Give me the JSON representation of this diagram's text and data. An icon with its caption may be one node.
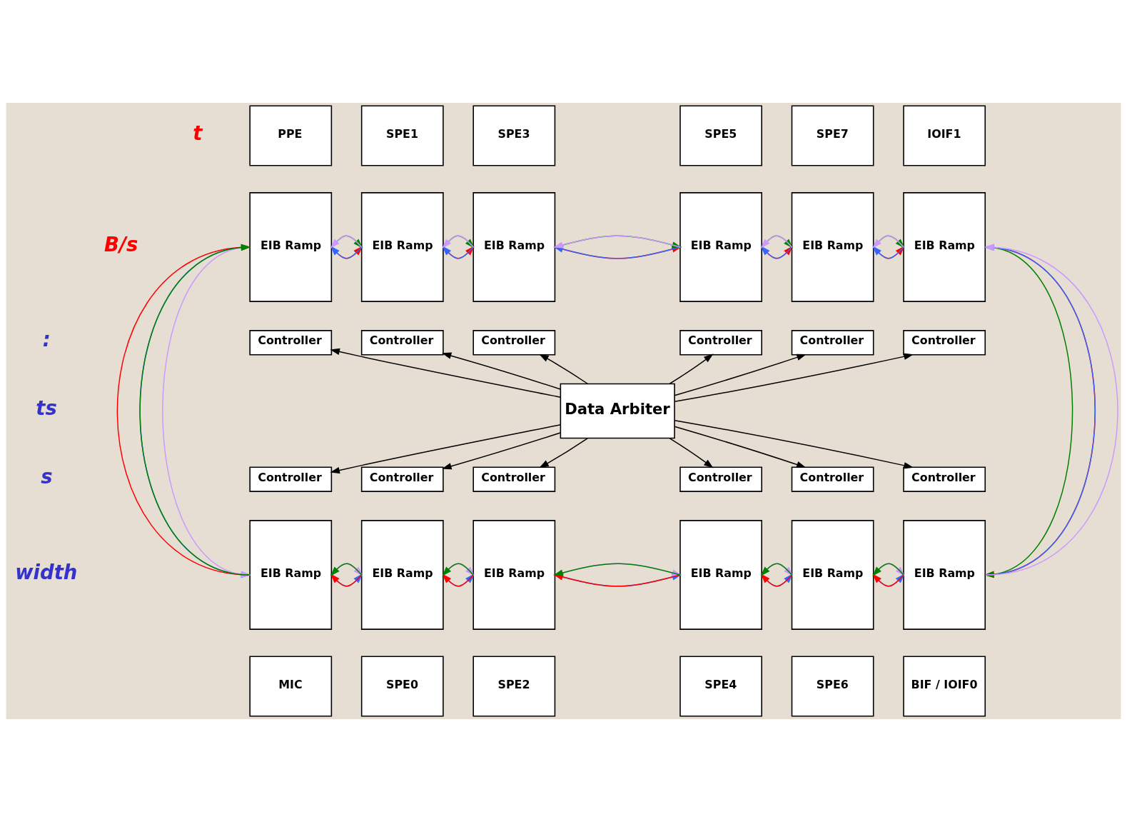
{
  "diagram": {
    "nodes": [
      {
        "text": [
          "PPE"
        ]
      },
      {
        "text": [
          "EIB Ramp"
        ]
      },
      {
        "text": [
          "Controller"
        ]
      },
      {
        "text": [
          "SPE1"
        ]
      },
      {
        "text": [
          "EIB Ramp"
        ]
      },
      {
        "text": [
          "Controller"
        ]
      },
      {
        "text": [
          "SPE3"
        ]
      },
      {
        "text": [
          "EIB Ramp"
        ]
      },
      {
        "text": [
          "Controller"
        ]
      },
      {
        "text": [
          "SPE5"
        ]
      },
      {
        "text": [
          "EIB Ramp"
        ]
      },
      {
        "text": [
          "Controller"
        ]
      },
      {
        "text": [
          "SPE7"
        ]
      },
      {
        "text": [
          "EIB Ramp"
        ]
      },
      {
        "text": [
          "Controller"
        ]
      },
      {
        "text": [
          "IOIF1"
        ]
      },
      {
        "text": [
          "EIB Ramp"
        ]
      },
      {
        "text": [
          "Controller"
        ]
      },
      {
        "text": [
          "Data Arbiter"
        ]
      },
      {
        "text": [
          "Controller"
        ]
      },
      {
        "text": [
          "EIB Ramp"
        ]
      },
      {
        "text": [
          "MIC"
        ]
      },
      {
        "text": [
          "Controller"
        ]
      },
      {
        "text": [
          "EIB Ramp"
        ]
      },
      {
        "text": [
          "SPE0"
        ]
      },
      {
        "text": [
          "Controller"
        ]
      },
      {
        "text": [
          "EIB Ramp"
        ]
      },
      {
        "text": [
          "SPE2"
        ]
      },
      {
        "text": [
          "Controller"
        ]
      },
      {
        "text": [
          "EIB Ramp"
        ]
      },
      {
        "text": [
          "SPE4"
        ]
      },
      {
        "text": [
          "Controller"
        ]
      },
      {
        "text": [
          "EIB Ramp"
        ]
      },
      {
        "text": [
          "SPE6"
        ]
      },
      {
        "text": [
          "Controller"
        ]
      },
      {
        "text": [
          "EIB Ramp"
        ]
      },
      {
        "text": [
          "BIF / IOIF0"
        ]
      }
    ],
    "edges": [
      {
        "from": 18,
        "to": 2,
        "arrow": "to"
      },
      {
        "from": 18,
        "to": 5,
        "arrow": "to"
      },
      {
        "from": 18,
        "to": 8,
        "arrow": "to"
      },
      {
        "from": 18,
        "to": 11,
        "arrow": "to"
      },
      {
        "from": 18,
        "to": 14,
        "arrow": "to"
      },
      {
        "from": 18,
        "to": 17,
        "arrow": "to"
      },
      {
        "from": 18,
        "to": 19,
        "arrow": "to"
      },
      {
        "from": 18,
        "to": 22,
        "arrow": "to"
      },
      {
        "from": 18,
        "to": 25,
        "arrow": "to"
      },
      {
        "from": 18,
        "to": 28,
        "arrow": "to"
      },
      {
        "from": 18,
        "to": 31,
        "arrow": "to"
      },
      {
        "from": 18,
        "to": 34,
        "arrow": "to"
      },
      {
        "from": 1,
        "to": 4,
        "arrow": "to",
        "color": "#ff0000"
      },
      {
        "from": 4,
        "to": 7,
        "arrow": "to",
        "color": "#ff0000"
      },
      {
        "from": 7,
        "to": 10,
        "arrow": "to",
        "color": "#ff0000"
      },
      {
        "from": 10,
        "to": 13,
        "arrow": "to",
        "color": "#ff0000"
      },
      {
        "from": 13,
        "to": 16,
        "arrow": "to",
        "color": "#ff0000"
      },
      {
        "from": 16,
        "to": 35,
        "arrow": "to",
        "color": "#ff0000"
      },
      {
        "from": 35,
        "to": 32,
        "arrow": "to",
        "color": "#ff0000"
      },
      {
        "from": 32,
        "to": 29,
        "arrow": "to",
        "color": "#ff0000"
      },
      {
        "from": 29,
        "to": 26,
        "arrow": "to",
        "color": "#ff0000"
      },
      {
        "from": 26,
        "to": 23,
        "arrow": "to",
        "color": "#ff0000"
      },
      {
        "from": 23,
        "to": 20,
        "arrow": "to",
        "color": "#ff0000"
      },
      {
        "from": 20,
        "to": 1,
        "arrow": "to",
        "color": "#ff0000"
      },
      {
        "from": 1,
        "to": 4,
        "arrow": "to",
        "color": "#008000"
      },
      {
        "from": 4,
        "to": 7,
        "arrow": "to",
        "color": "#008000"
      },
      {
        "from": 7,
        "to": 10,
        "arrow": "to",
        "color": "#008000"
      },
      {
        "from": 10,
        "to": 13,
        "arrow": "to",
        "color": "#008000"
      },
      {
        "from": 13,
        "to": 16,
        "arrow": "to",
        "color": "#008000"
      },
      {
        "from": 16,
        "to": 35,
        "arrow": "to",
        "color": "#008000"
      },
      {
        "from": 35,
        "to": 32,
        "arrow": "to",
        "color": "#008000"
      },
      {
        "from": 32,
        "to": 29,
        "arrow": "to",
        "color": "#008000"
      },
      {
        "from": 29,
        "to": 26,
        "arrow": "to",
        "color": "#008000"
      },
      {
        "from": 26,
        "to": 23,
        "arrow": "to",
        "color": "#008000"
      },
      {
        "from": 23,
        "to": 20,
        "arrow": "to",
        "color": "#008000"
      },
      {
        "from": 20,
        "to": 1,
        "arrow": "to",
        "color": "#008000"
      },
      {
        "from": 16,
        "to": 13,
        "arrow": "to",
        "color": "#3366ff"
      },
      {
        "from": 13,
        "to": 10,
        "arrow": "to",
        "color": "#3366ff"
      },
      {
        "from": 10,
        "to": 7,
        "arrow": "to",
        "color": "#3366ff"
      },
      {
        "from": 7,
        "to": 4,
        "arrow": "to",
        "color": "#3366ff"
      },
      {
        "from": 4,
        "to": 1,
        "arrow": "to",
        "color": "#3366ff"
      },
      {
        "from": 1,
        "to": 20,
        "arrow": "to",
        "color": "#3366ff"
      },
      {
        "from": 20,
        "to": 23,
        "arrow": "to",
        "color": "#3366ff"
      },
      {
        "from": 23,
        "to": 26,
        "arrow": "to",
        "color": "#3366ff"
      },
      {
        "from": 26,
        "to": 29,
        "arrow": "to",
        "color": "#3366ff"
      },
      {
        "from": 29,
        "to": 32,
        "arrow": "to",
        "color": "#3366ff"
      },
      {
        "from": 32,
        "to": 35,
        "arrow": "to",
        "color": "#3366ff"
      },
      {
        "from": 35,
        "to": 16,
        "arrow": "to",
        "color": "#3366ff"
      },
      {
        "from": 16,
        "to": 13,
        "arrow": "to",
        "color": "#cc99ff"
      },
      {
        "from": 13,
        "to": 10,
        "arrow": "to",
        "color": "#cc99ff"
      },
      {
        "from": 10,
        "to": 7,
        "arrow": "to",
        "color": "#cc99ff"
      },
      {
        "from": 7,
        "to": 4,
        "arrow": "to",
        "color": "#cc99ff"
      },
      {
        "from": 4,
        "to": 1,
        "arrow": "to",
        "color": "#cc99ff"
      },
      {
        "from": 1,
        "to": 20,
        "arrow": "to",
        "color": "#cc99ff"
      },
      {
        "from": 20,
        "to": 23,
        "arrow": "to",
        "color": "#cc99ff"
      },
      {
        "from": 23,
        "to": 26,
        "arrow": "to",
        "color": "#cc99ff"
      },
      {
        "from": 26,
        "to": 29,
        "arrow": "to",
        "color": "#cc99ff"
      },
      {
        "from": 29,
        "to": 32,
        "arrow": "to",
        "color": "#cc99ff"
      },
      {
        "from": 32,
        "to": 35,
        "arrow": "to",
        "color": "#cc99ff"
      },
      {
        "from": 35,
        "to": 16,
        "arrow": "to",
        "color": "#cc99ff"
      }
    ],
    "labels": [
      "t",
      "B/s",
      ":",
      "ts",
      "s",
      "width"
    ]
  }
}
